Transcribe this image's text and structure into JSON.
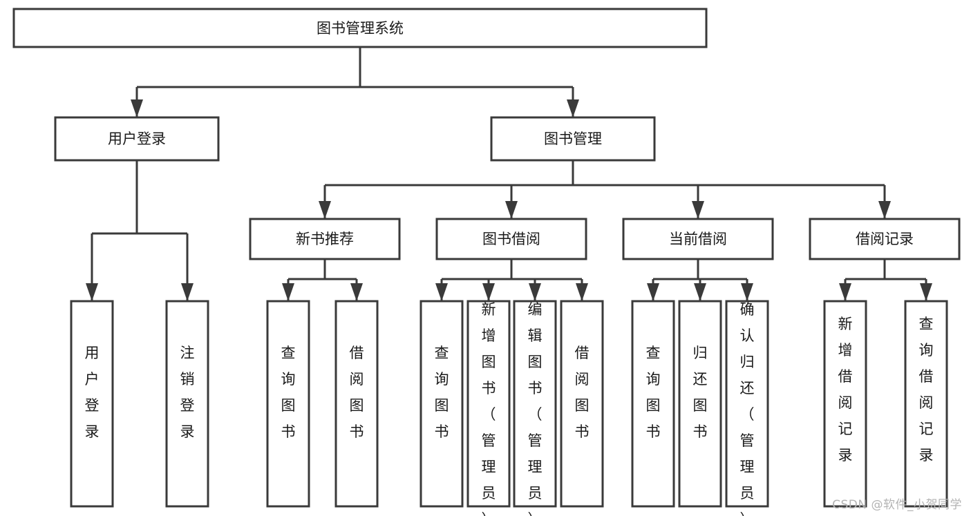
{
  "diagram": {
    "title": "图书管理系统",
    "type": "tree-hierarchy",
    "watermark": "CSDN @软件_小贺同学",
    "colors": {
      "stroke": "#3a3a3a",
      "fill": "#ffffff",
      "text": "#1a1a1a",
      "watermark": "#b3b3b3"
    },
    "root": {
      "label": "图书管理系统"
    },
    "level2": [
      {
        "label": "用户登录"
      },
      {
        "label": "图书管理"
      }
    ],
    "level3": [
      {
        "label": "新书推荐"
      },
      {
        "label": "图书借阅"
      },
      {
        "label": "当前借阅"
      },
      {
        "label": "借阅记录"
      }
    ],
    "leaves": {
      "user_login": [
        {
          "label": "用户登录"
        },
        {
          "label": "注销登录"
        }
      ],
      "new_book_recommend": [
        {
          "label": "查询图书"
        },
        {
          "label": "借阅图书"
        }
      ],
      "book_borrow": [
        {
          "label": "查询图书"
        },
        {
          "label": "新增图书（管理员）"
        },
        {
          "label": "编辑图书（管理员）"
        },
        {
          "label": "借阅图书"
        }
      ],
      "current_borrow": [
        {
          "label": "查询图书"
        },
        {
          "label": "归还图书"
        },
        {
          "label": "确认归还（管理员）"
        }
      ],
      "borrow_record": [
        {
          "label": "新增借阅记录"
        },
        {
          "label": "查询借阅记录"
        }
      ]
    }
  }
}
